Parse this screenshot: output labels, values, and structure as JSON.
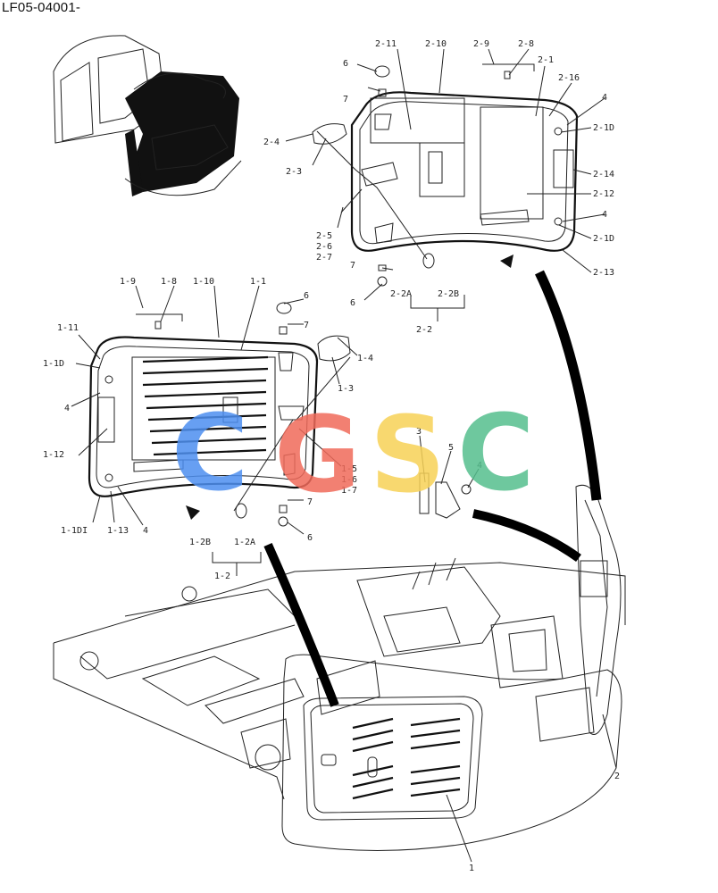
{
  "header": {
    "code": "LF05-04001-"
  },
  "watermark": {
    "letters": [
      "C",
      "G",
      "S",
      "C"
    ],
    "colors": [
      "#4d8ff0",
      "#f06a5a",
      "#f7d257",
      "#55bf8e"
    ]
  },
  "labels": {
    "p2_11": "2-11",
    "p2_10": "2-10",
    "p2_9": "2-9",
    "p2_8": "2-8",
    "p2_1": "2-1",
    "p2_16": "2-16",
    "p2_4": "2-4",
    "p2_3": "2-3",
    "p2_1D_a": "2-1D",
    "p2_14": "2-14",
    "p2_12": "2-12",
    "p2_1D_b": "2-1D",
    "p2_13": "2-13",
    "p2_5": "2-5",
    "p2_6": "2-6",
    "p2_7": "2-7",
    "p2_2A": "2-2A",
    "p2_2B": "2-2B",
    "p2_2": "2-2",
    "p6_a": "6",
    "p7_a": "7",
    "p4_a": "4",
    "p4_b": "4",
    "p7_b": "7",
    "p6_b": "6",
    "p1_9": "1-9",
    "p1_8": "1-8",
    "p1_10": "1-10",
    "p1_1": "1-1",
    "p1_11": "1-11",
    "p1_1D": "1-1D",
    "p4_c": "4",
    "p1_12": "1-12",
    "p1_1DI": "1-1DI",
    "p1_13": "1-13",
    "p4_d": "4",
    "p1_2B": "1-2B",
    "p1_2A": "1-2A",
    "p1_2": "1-2",
    "p6_c": "6",
    "p7_c": "7",
    "p1_4": "1-4",
    "p1_3": "1-3",
    "p1_5": "1-5",
    "p1_6": "1-6",
    "p1_7": "1-7",
    "p7_d": "7",
    "p6_d": "6",
    "p3": "3",
    "p5": "5",
    "p4_e": "4",
    "p1": "1",
    "p2": "2"
  }
}
